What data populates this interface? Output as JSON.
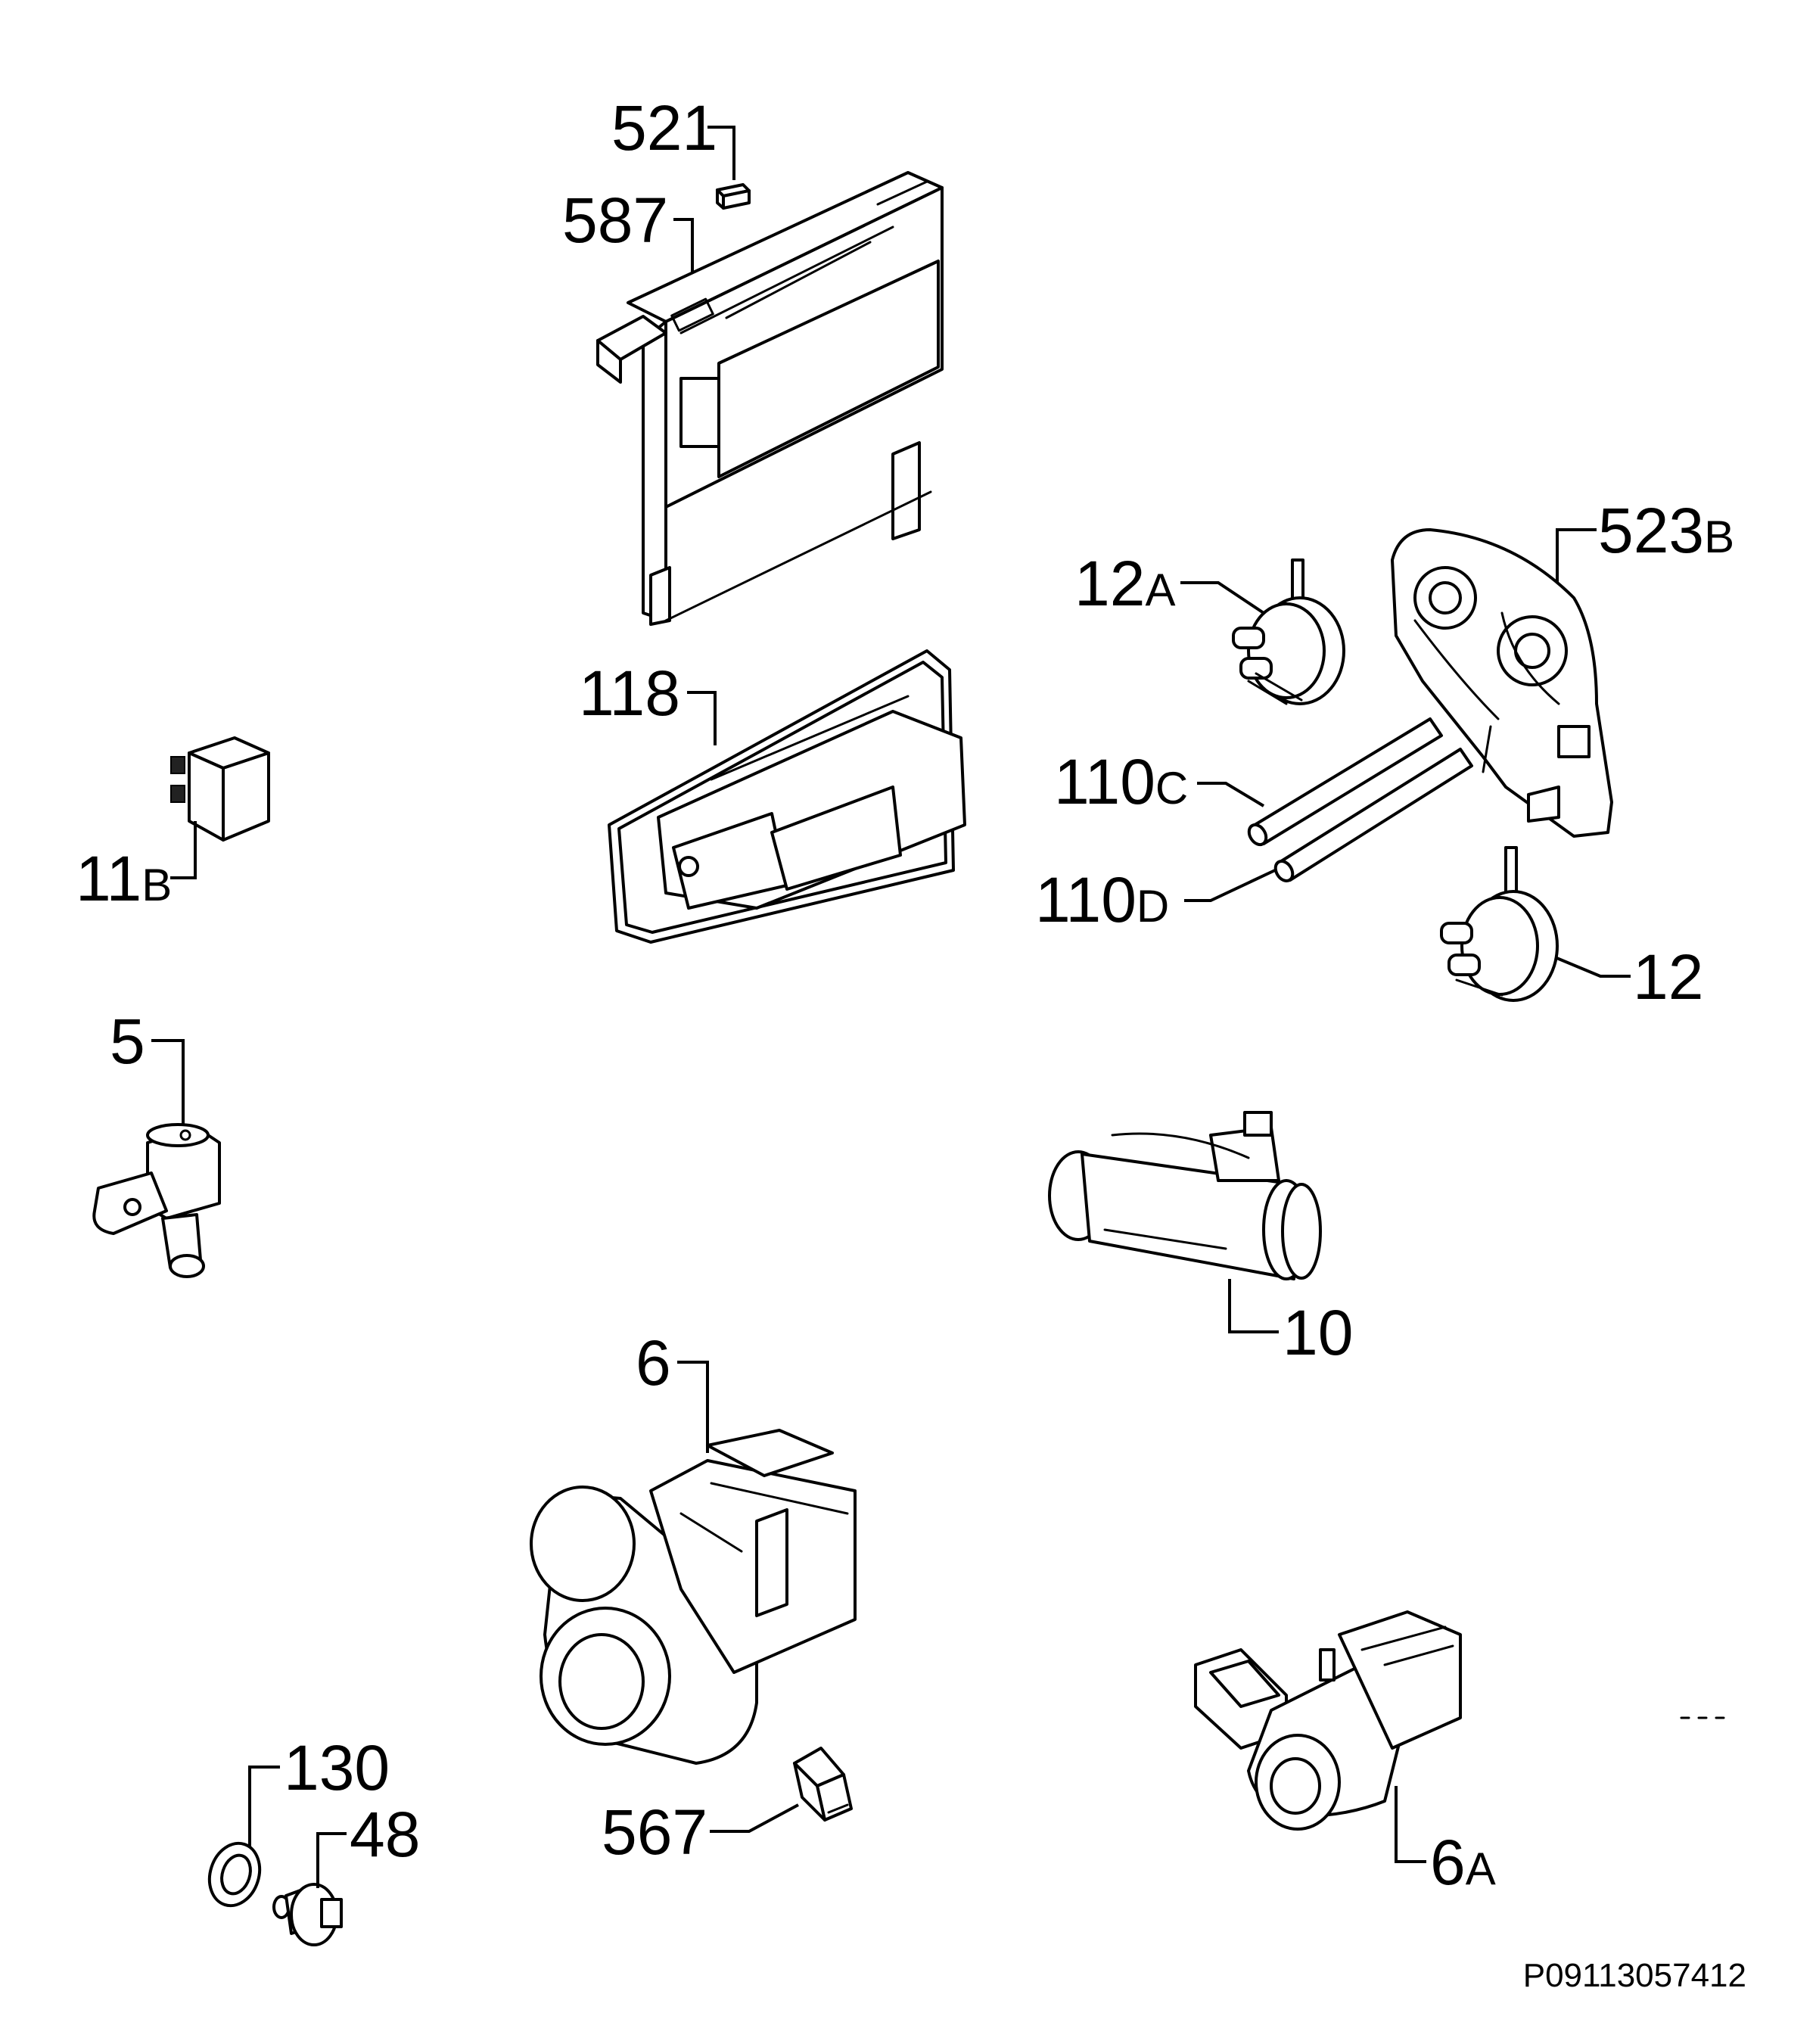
{
  "diagram": {
    "reference_code": "P09113057412",
    "callouts": [
      {
        "id": "521",
        "label": "521"
      },
      {
        "id": "587",
        "label": "587"
      },
      {
        "id": "118",
        "label": "118"
      },
      {
        "id": "12A",
        "label": "12",
        "suffix": "A"
      },
      {
        "id": "523B",
        "label": "523",
        "suffix": "B"
      },
      {
        "id": "110C",
        "label": "110",
        "suffix": "C"
      },
      {
        "id": "110D",
        "label": "110",
        "suffix": "D"
      },
      {
        "id": "12",
        "label": "12"
      },
      {
        "id": "11B",
        "label": "11",
        "suffix": "B"
      },
      {
        "id": "5",
        "label": "5"
      },
      {
        "id": "10",
        "label": "10"
      },
      {
        "id": "6",
        "label": "6"
      },
      {
        "id": "130",
        "label": "130"
      },
      {
        "id": "48",
        "label": "48"
      },
      {
        "id": "567",
        "label": "567"
      },
      {
        "id": "6A",
        "label": "6",
        "suffix": "A"
      }
    ]
  }
}
